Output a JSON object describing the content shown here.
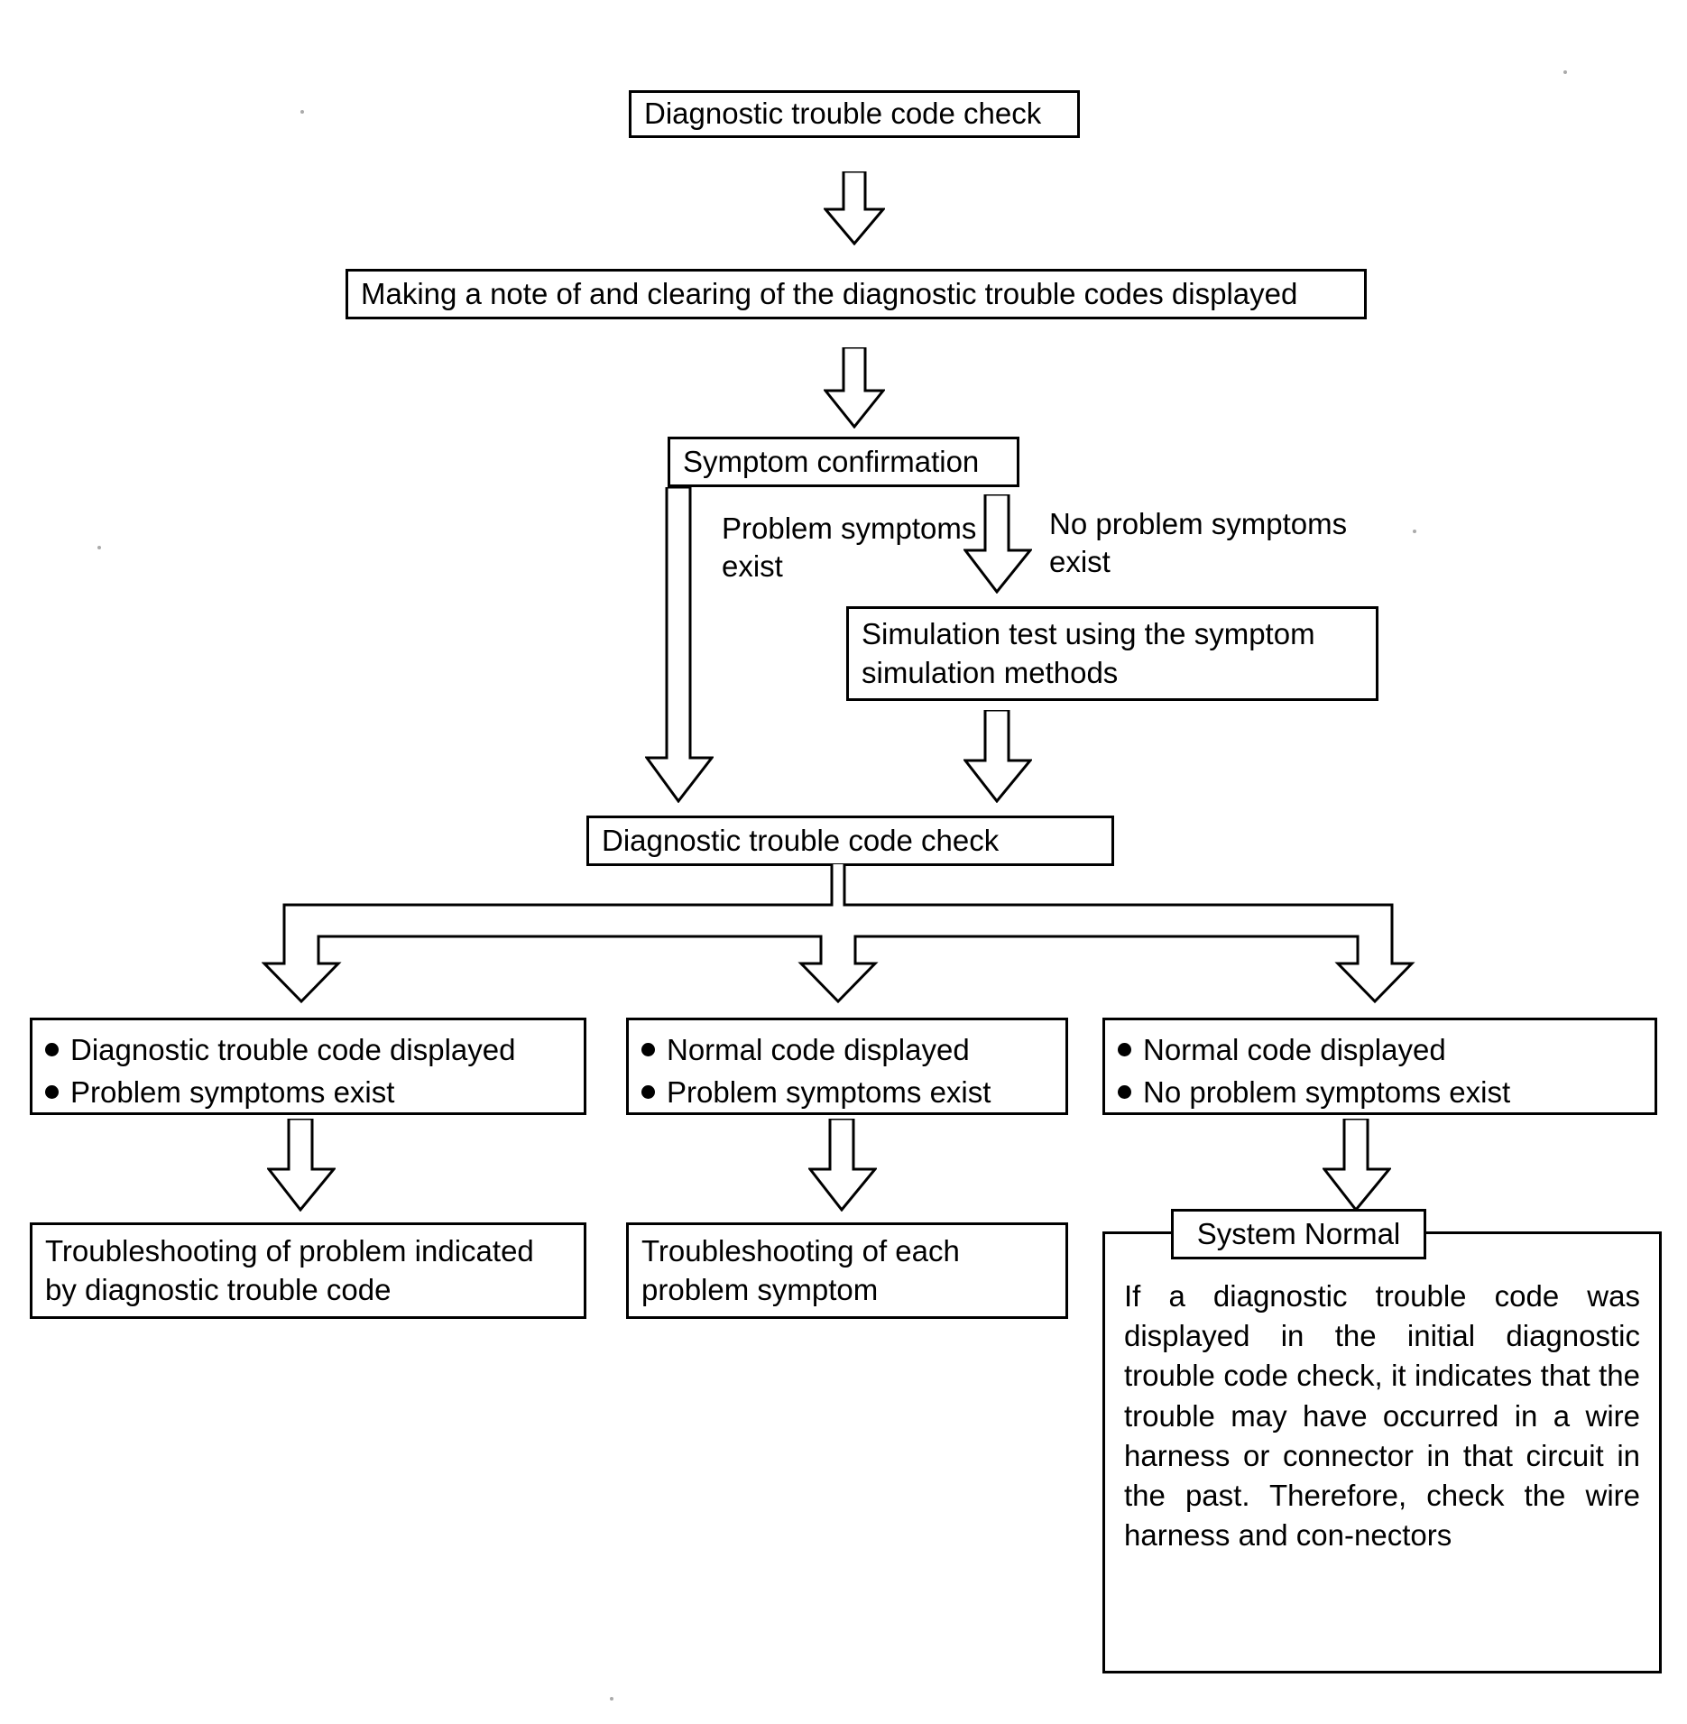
{
  "diagram": {
    "type": "flowchart",
    "title": "Diagnostic trouble code check flow",
    "nodes": {
      "start": {
        "label": "Diagnostic trouble code check"
      },
      "clear": {
        "label": "Making a note of and clearing of the diagnostic trouble codes displayed"
      },
      "symptom_confirmation": {
        "label": "Symptom confirmation"
      },
      "simulation": {
        "label": "Simulation test using the symptom\nsimulation methods"
      },
      "dtc_check_2": {
        "label": "Diagnostic trouble code check"
      },
      "outcome_left": {
        "bullets": [
          "Diagnostic trouble code displayed",
          "Problem symptoms exist"
        ]
      },
      "outcome_mid": {
        "bullets": [
          "Normal code displayed",
          "Problem symptoms exist"
        ]
      },
      "outcome_right": {
        "bullets": [
          "Normal code displayed",
          "No problem symptoms exist"
        ]
      },
      "action_left": {
        "label": "Troubleshooting of problem indicated\nby diagnostic trouble code"
      },
      "action_mid": {
        "label": "Troubleshooting of each\nproblem symptom"
      },
      "action_right": {
        "title": "System Normal",
        "body": "If a diagnostic trouble code was displayed in the initial diagnostic trouble code check, it indicates that the trouble may have occurred in a wire harness or connector in that circuit in the past. Therefore, check the wire harness and con-nectors"
      }
    },
    "edge_labels": {
      "problem_symptoms_exist": "Problem symptoms\nexist",
      "no_problem_symptoms_exist": "No problem symptoms\nexist"
    },
    "arrows": [
      {
        "name": "start-to-clear"
      },
      {
        "name": "clear-to-symptom-confirmation"
      },
      {
        "name": "symptom-confirmation-problem-branch"
      },
      {
        "name": "symptom-confirmation-no-problem-branch"
      },
      {
        "name": "simulation-to-dtc-check"
      },
      {
        "name": "dtc-check-to-outcome-left"
      },
      {
        "name": "dtc-check-to-outcome-mid"
      },
      {
        "name": "dtc-check-to-outcome-right"
      },
      {
        "name": "outcome-left-to-action-left"
      },
      {
        "name": "outcome-mid-to-action-mid"
      },
      {
        "name": "outcome-right-to-action-right"
      }
    ],
    "colors": {
      "stroke": "#000000",
      "background": "#ffffff"
    }
  }
}
